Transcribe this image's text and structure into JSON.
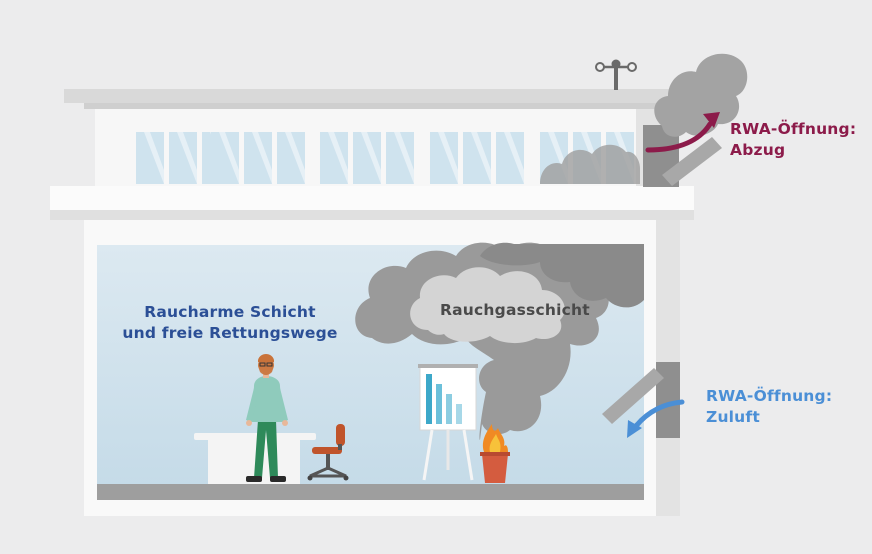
{
  "labels": {
    "low_smoke_layer": {
      "line1": "Raucharme Schicht",
      "line2": "und freie Rettungswege"
    },
    "smoke_gas_layer": "Rauchgasschicht",
    "exhaust_opening": {
      "line1": "RWA-Öffnung:",
      "line2": "Abzug"
    },
    "supply_opening": {
      "line1": "RWA-Öffnung:",
      "line2": "Zuluft"
    }
  },
  "colors": {
    "low_smoke_text": "#2b4f96",
    "smoke_gas_text": "#4a4a4a",
    "exhaust_accent": "#8c1b4a",
    "supply_accent": "#4b8fd6",
    "room_fill": "#c9dfea",
    "smoke": "#9b9b9b",
    "background": "#ececed"
  },
  "icons": [
    "wind-sensor-icon",
    "person-icon",
    "office-chair-icon",
    "flipchart-icon",
    "fire-icon",
    "waste-bin-icon"
  ]
}
